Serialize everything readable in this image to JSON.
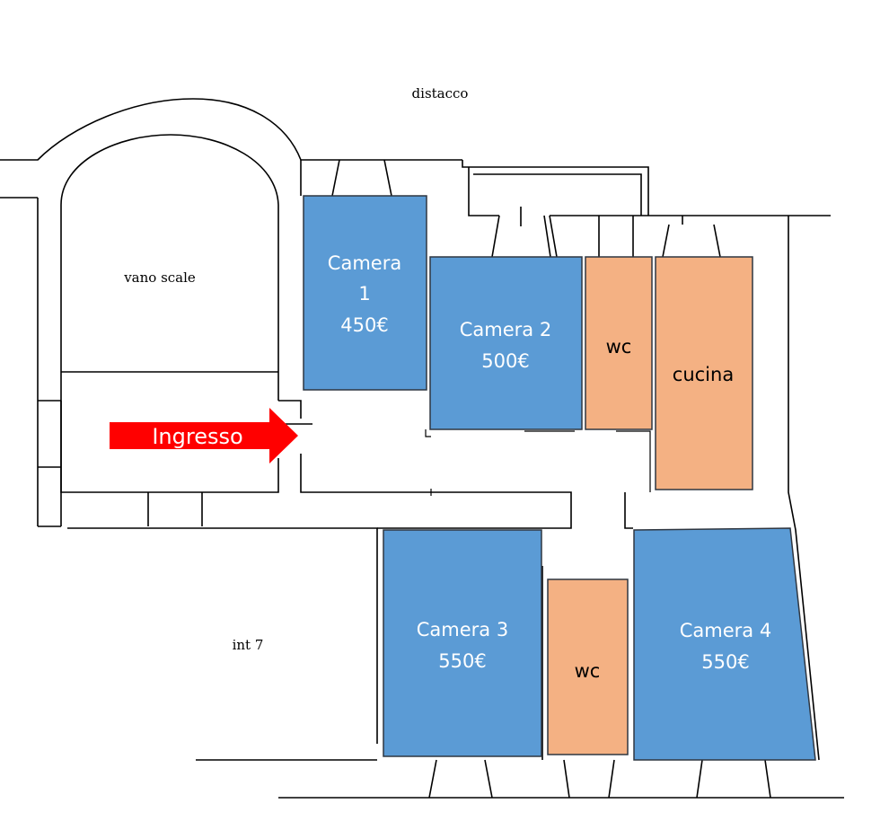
{
  "labels": {
    "distacco": "distacco",
    "vano_scale": "vano scale",
    "int7": "int 7",
    "ingresso": "Ingresso"
  },
  "rooms": {
    "camera1": {
      "line1": "Camera",
      "line2": "1",
      "price": "450€"
    },
    "camera2": {
      "line1": "Camera 2",
      "price": "500€"
    },
    "camera3": {
      "line1": "Camera 3",
      "price": "550€"
    },
    "camera4": {
      "line1": "Camera 4",
      "price": "550€"
    },
    "wc_top": {
      "label": "wc"
    },
    "wc_bottom": {
      "label": "wc"
    },
    "cucina": {
      "label": "cucina"
    }
  },
  "colors": {
    "bedroom": "#5b9bd5",
    "service": "#f4b183",
    "entry_arrow": "#ff0000"
  }
}
